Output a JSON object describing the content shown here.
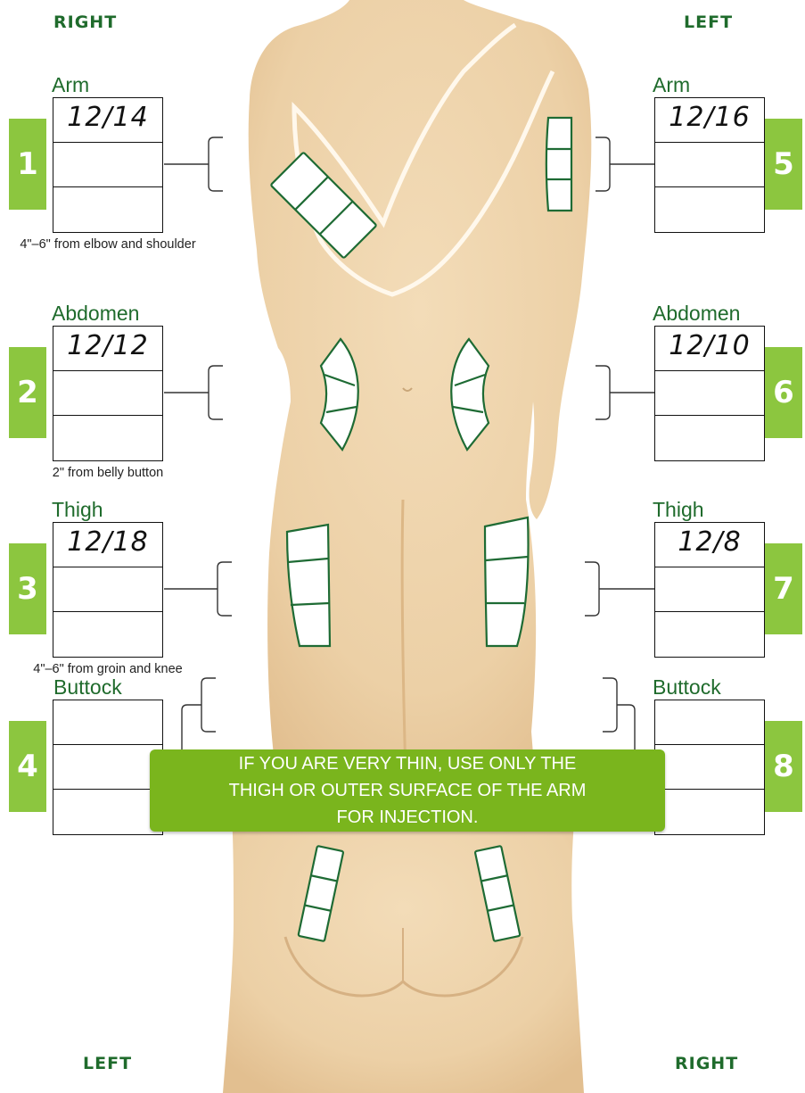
{
  "headers": {
    "top_left": "RIGHT",
    "top_right": "LEFT",
    "bottom_left": "LEFT",
    "bottom_right": "RIGHT"
  },
  "sites": [
    {
      "number": "1",
      "label": "Arm",
      "dates": [
        "12/14",
        "",
        ""
      ],
      "note": "4\"–6\" from elbow and shoulder"
    },
    {
      "number": "2",
      "label": "Abdomen",
      "dates": [
        "12/12",
        "",
        ""
      ],
      "note": "2\" from belly button"
    },
    {
      "number": "3",
      "label": "Thigh",
      "dates": [
        "12/18",
        "",
        ""
      ],
      "note": "4\"–6\" from groin and knee"
    },
    {
      "number": "4",
      "label": "Buttock",
      "dates": [
        "",
        "",
        ""
      ],
      "note": ""
    },
    {
      "number": "5",
      "label": "Arm",
      "dates": [
        "12/16",
        "",
        ""
      ],
      "note": ""
    },
    {
      "number": "6",
      "label": "Abdomen",
      "dates": [
        "12/10",
        "",
        ""
      ],
      "note": ""
    },
    {
      "number": "7",
      "label": "Thigh",
      "dates": [
        "12/8",
        "",
        ""
      ],
      "note": ""
    },
    {
      "number": "8",
      "label": "Buttock",
      "dates": [
        "",
        "",
        ""
      ],
      "note": ""
    }
  ],
  "warning": "IF YOU ARE VERY THIN, USE ONLY THE THIGH OR OUTER SURFACE OF THE ARM FOR INJECTION.",
  "colors": {
    "heading_green": "#1f6b2c",
    "tab_green": "#8cc63f",
    "banner_green": "#7ab51d",
    "skin": "#ecd0a6",
    "zone_outline": "#1e6b34"
  }
}
